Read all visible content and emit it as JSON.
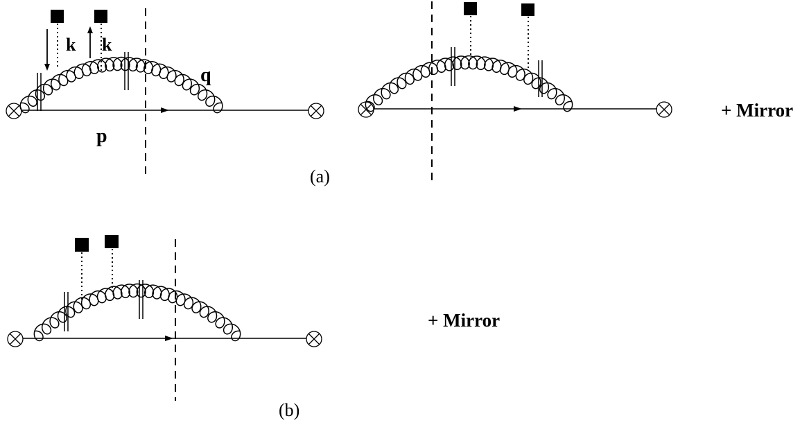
{
  "diagram_a": {
    "caption": "(a)",
    "momentum_labels": {
      "k_down": "k",
      "k_up": "k",
      "gluon": "q",
      "quark": "p"
    },
    "mirror_label": "+ Mirror"
  },
  "diagram_b": {
    "caption": "(b)",
    "mirror_label": "+ Mirror"
  }
}
